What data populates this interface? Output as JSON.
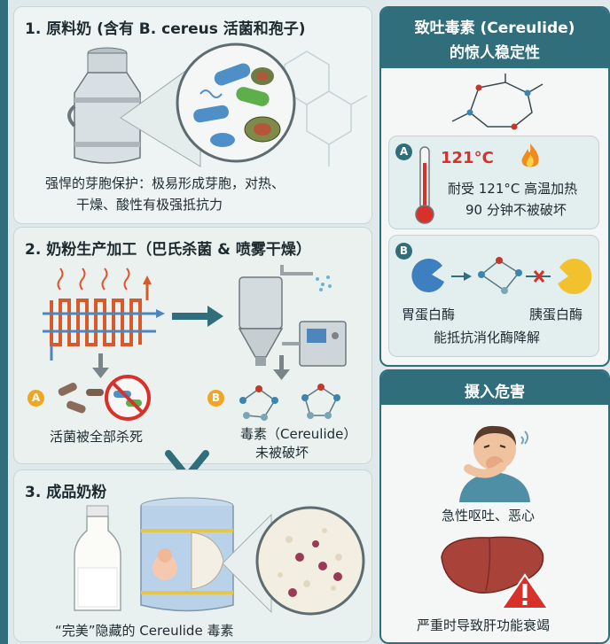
{
  "left": {
    "s1": {
      "title": "1. 原料奶 (含有 B. cereus 活菌和孢子)",
      "desc1": "强悍的芽胞保护：极易形成芽胞，对热、",
      "desc2": "干燥、酸性有极强抵抗力"
    },
    "s2": {
      "title": "2. 奶粉生产加工（巴氏杀菌 & 喷雾干燥）",
      "a_badge": "A",
      "a_label": "活菌被全部杀死",
      "b_badge": "B",
      "b_label1": "毒素（Cereulide）",
      "b_label2": "未被破坏"
    },
    "s3": {
      "title": "3. 成品奶粉",
      "caption": "“完美”隐藏的 Cereulide 毒素"
    }
  },
  "right": {
    "stability": {
      "title1": "致吐毒素 (Cereulide)",
      "title2": "的惊人稳定性",
      "a_badge": "A",
      "temp": "121°C",
      "heat1": "耐受 121°C 高温加热",
      "heat2": "90 分钟不被破坏",
      "b_badge": "B",
      "enzyme1": "胃蛋白酶",
      "enzyme2": "胰蛋白酶",
      "enzyme_note": "能抵抗消化酶降解"
    },
    "harm": {
      "title": "摄入危害",
      "symptom": "急性呕吐、恶心",
      "liver": "严重时导致肝功能衰竭"
    }
  },
  "colors": {
    "teal": "#2f6e7a",
    "orange": "#f0a623",
    "red": "#d8312b"
  }
}
